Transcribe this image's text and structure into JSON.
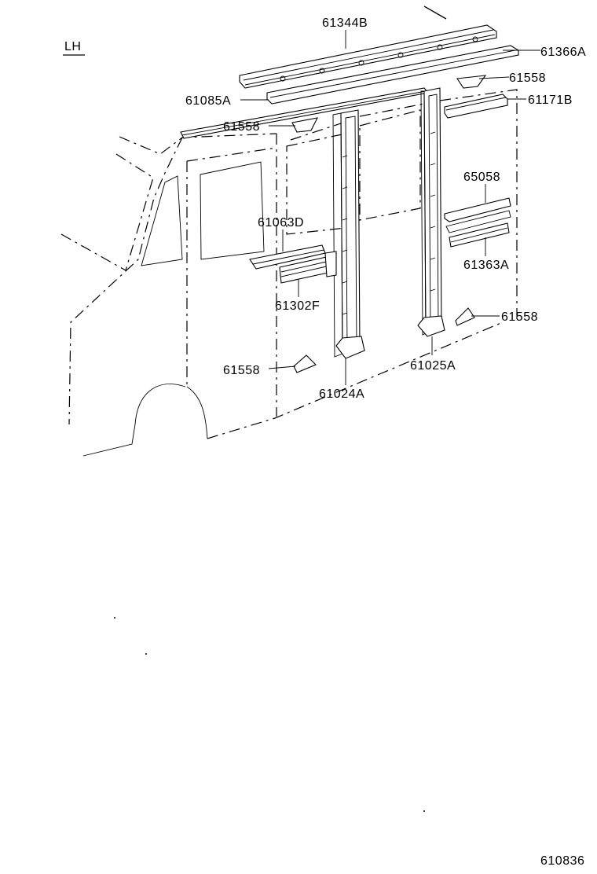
{
  "side_marker": "LH",
  "diagram_id": "610836",
  "parts": [
    {
      "id": "p61344b",
      "label": "61344B"
    },
    {
      "id": "p61366a",
      "label": "61366A"
    },
    {
      "id": "p61558_a",
      "label": "61558"
    },
    {
      "id": "p61085a",
      "label": "61085A"
    },
    {
      "id": "p61171b",
      "label": "61171B"
    },
    {
      "id": "p61558_b",
      "label": "61558"
    },
    {
      "id": "p65058",
      "label": "65058"
    },
    {
      "id": "p61063d",
      "label": "61063D"
    },
    {
      "id": "p61363a",
      "label": "61363A"
    },
    {
      "id": "p61302f",
      "label": "61302F"
    },
    {
      "id": "p61558_c",
      "label": "61558"
    },
    {
      "id": "p61558_d",
      "label": "61558"
    },
    {
      "id": "p61025a",
      "label": "61025A"
    },
    {
      "id": "p61024a",
      "label": "61024A"
    }
  ]
}
